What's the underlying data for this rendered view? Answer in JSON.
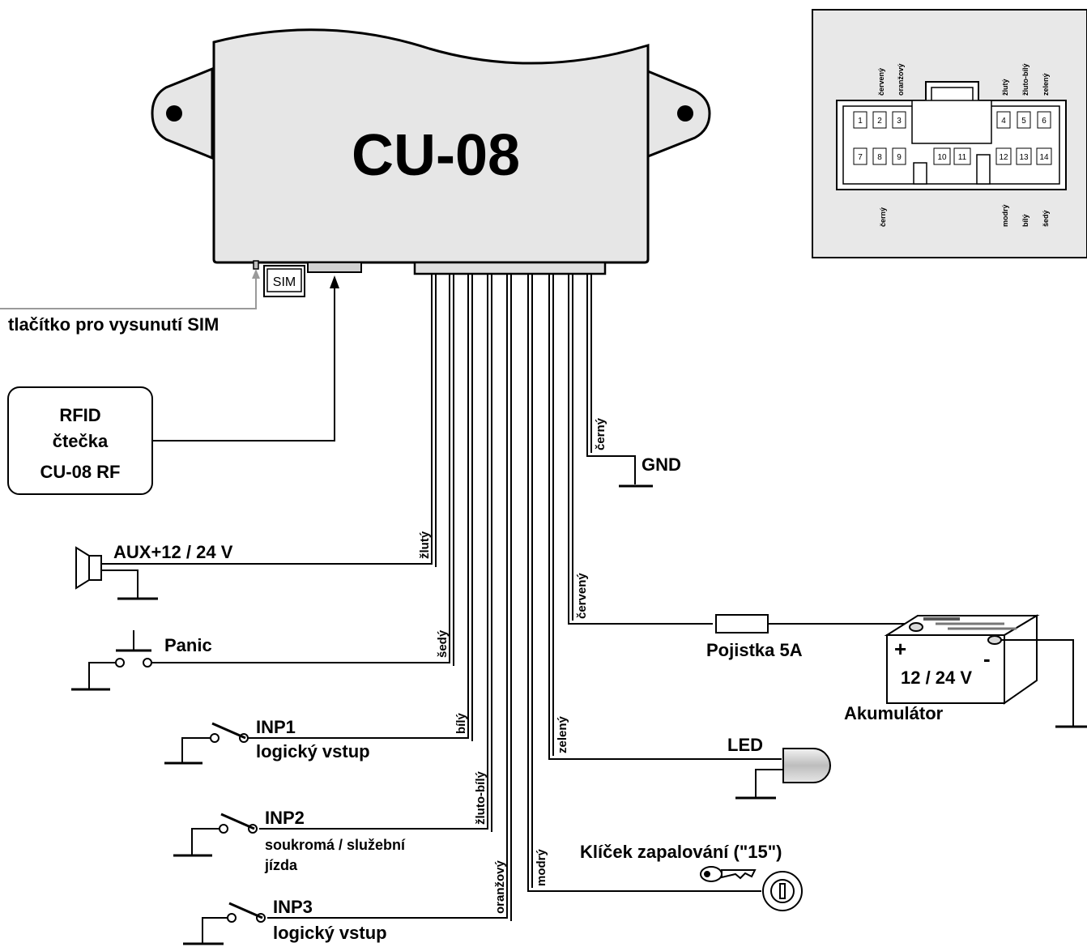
{
  "control_unit": {
    "model": "CU-08",
    "sim_label": "SIM"
  },
  "sim_eject_label": "tlačítko pro vysunutí SIM",
  "rfid_reader": {
    "line1": "RFID",
    "line2": "čtečka",
    "line3": "CU-08 RF"
  },
  "wires": {
    "black": "černý",
    "yellow": "žlutý",
    "grey": "šedý",
    "white": "bílý",
    "yellow_white": "žluto-bílý",
    "orange": "oranžový",
    "blue": "modrý",
    "green": "zelený",
    "red": "červený"
  },
  "components": {
    "gnd": "GND",
    "aux": "AUX+12 / 24 V",
    "panic": "Panic",
    "inp1": {
      "name": "INP1",
      "desc": "logický vstup"
    },
    "inp2": {
      "name": "INP2",
      "desc_line1": "soukromá / služební",
      "desc_line2": "jízda"
    },
    "inp3": {
      "name": "INP3",
      "desc": "logický vstup"
    },
    "fuse": "Pojistka 5A",
    "battery": {
      "plus": "+",
      "minus": "-",
      "voltage": "12 / 24 V",
      "name": "Akumulátor"
    },
    "led": "LED",
    "ignition": "Klíček zapalování (\"15\")"
  },
  "connector": {
    "top_labels": [
      "červený",
      "oranžový",
      "žlutý",
      "žluto-bílý",
      "zelený"
    ],
    "bottom_labels": [
      "černý",
      "modrý",
      "bílý",
      "šedý"
    ],
    "pins_top": [
      "1",
      "2",
      "3",
      "4",
      "5",
      "6"
    ],
    "pins_bottom": [
      "7",
      "8",
      "9",
      "10",
      "11",
      "12",
      "13",
      "14"
    ]
  }
}
